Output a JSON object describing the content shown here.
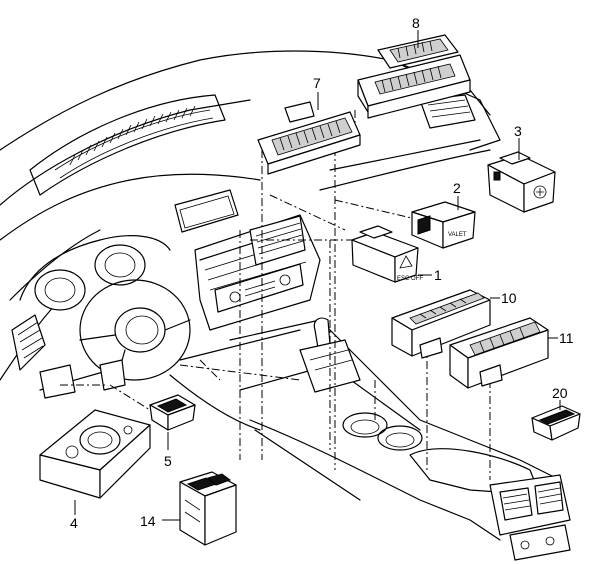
{
  "callouts": {
    "c1": "1",
    "c2": "2",
    "c3": "3",
    "c4": "4",
    "c5": "5",
    "c7": "7",
    "c8": "8",
    "c10": "10",
    "c11": "11",
    "c14": "14",
    "c20": "20"
  },
  "button_text": {
    "valet": "VALET",
    "esc_off": "ESC OFF"
  }
}
